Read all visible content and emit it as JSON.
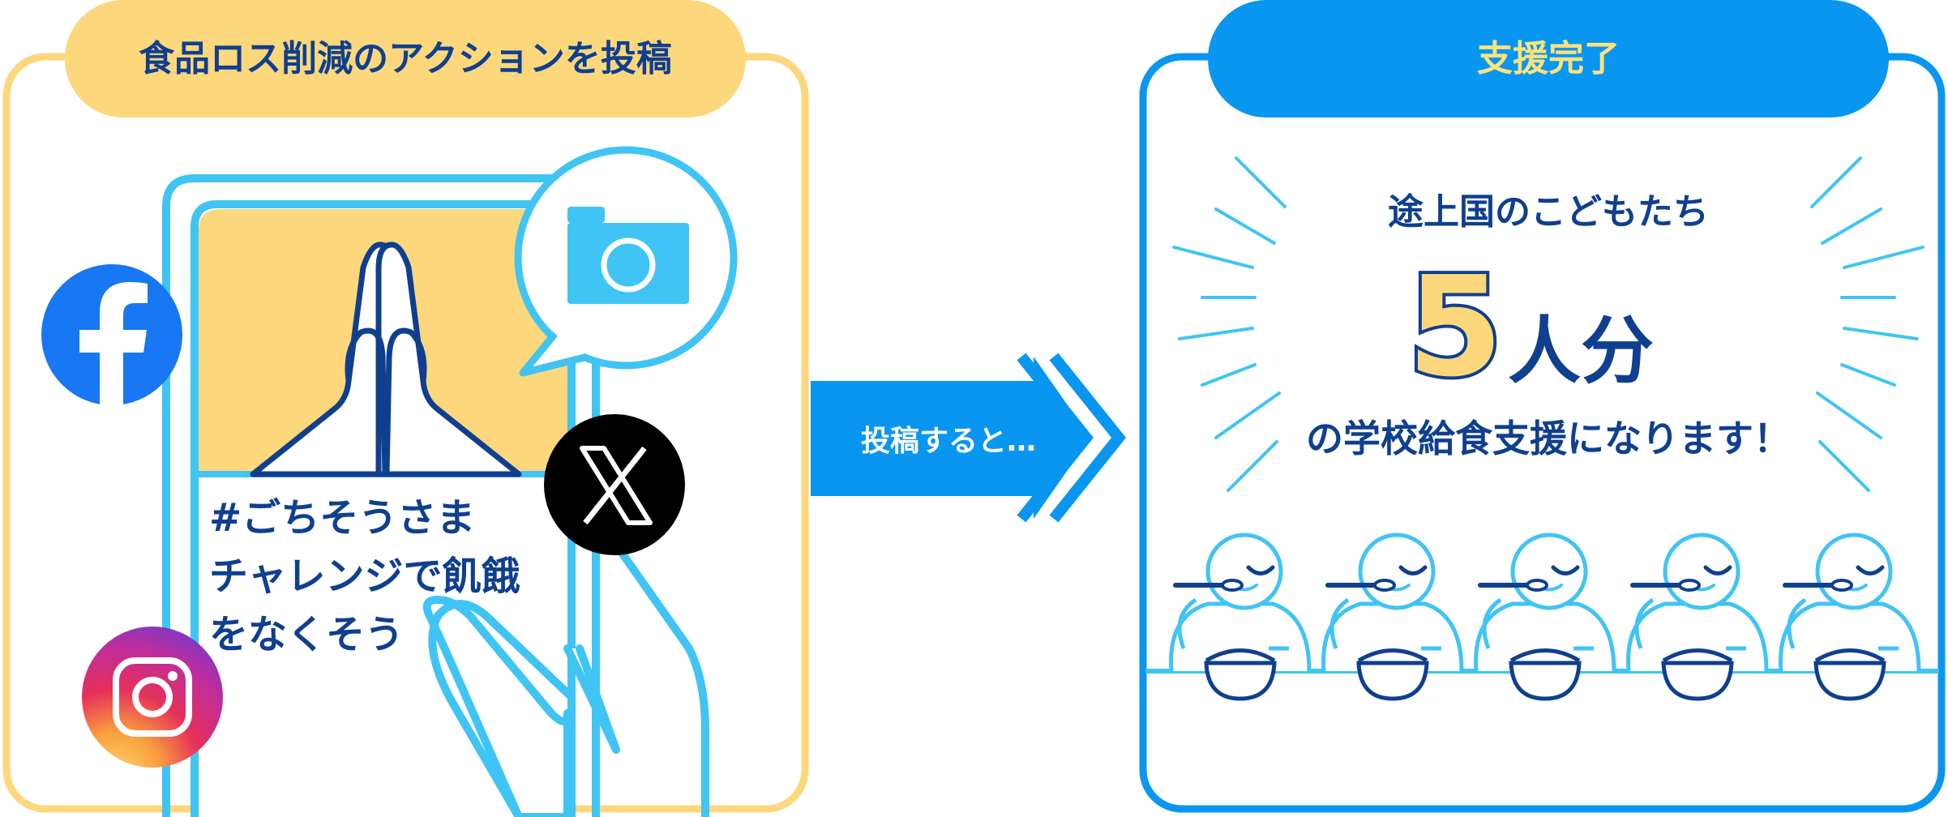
{
  "left_panel": {
    "title": "食品ロス削減のアクションを投稿",
    "post_text_lines": [
      "#ごちそうさま",
      "チャレンジで飢餓",
      "をなくそう"
    ],
    "social_icons": [
      "facebook-icon",
      "x-icon",
      "instagram-icon",
      "camera-icon"
    ]
  },
  "arrow": {
    "label": "投稿すると…"
  },
  "right_panel": {
    "title": "支援完了",
    "line1": "途上国のこどもたち",
    "count_number": "5",
    "count_unit": "人分",
    "line3": "の学校給食支援になります！",
    "children_count": 5
  },
  "colors": {
    "yellow": "#fdd77b",
    "light_blue": "#40c4f4",
    "blue": "#0896f1",
    "navy": "#0f3f8f",
    "facebook": "#1877f2"
  }
}
